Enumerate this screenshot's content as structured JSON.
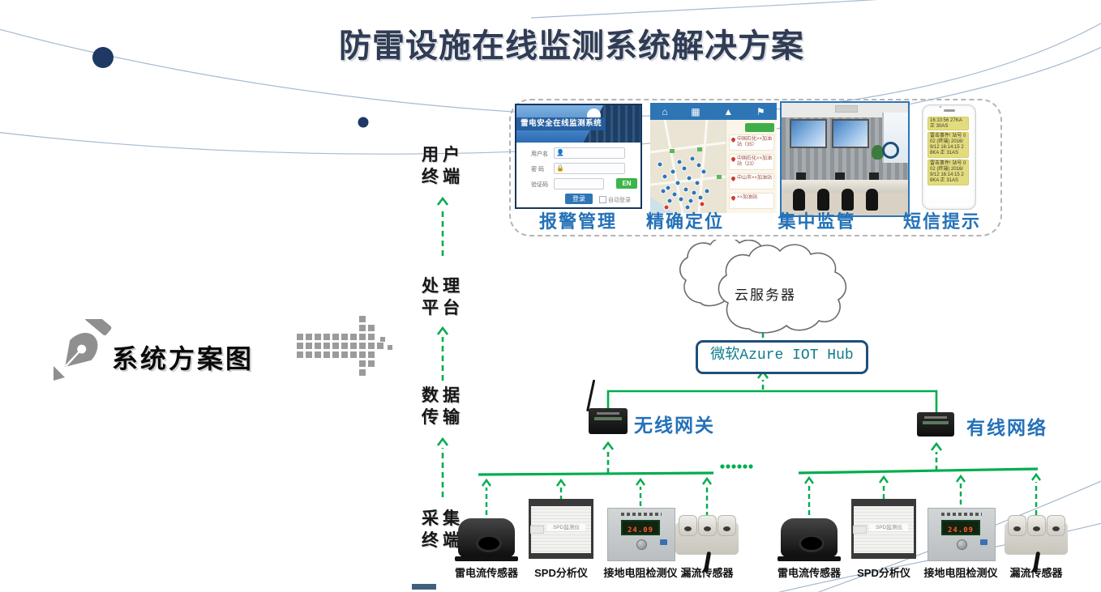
{
  "title": "防雷设施在线监测系统解决方案",
  "section": {
    "label": "系统方案图"
  },
  "stages": [
    {
      "line1": "用户",
      "line2": "终端"
    },
    {
      "line1": "处理",
      "line2": "平台"
    },
    {
      "line1": "数据",
      "line2": "传输"
    },
    {
      "line1": "采集",
      "line2": "终端"
    }
  ],
  "terminals": {
    "alarm": {
      "caption": "报警管理",
      "system_title": "雷电安全在线监测系统",
      "username_label": "用户名",
      "password_label": "密 码",
      "captcha_label": "验证码",
      "captcha_badge": "EN",
      "login_button": "登录",
      "auto_login_label": "自动登录"
    },
    "location": {
      "caption": "精确定位",
      "entries": [
        "中国石化××加油站（35）",
        "中国石化××加油站（23）",
        "中山市××加油站",
        "××加油站"
      ]
    },
    "monitor": {
      "caption": "集中监管"
    },
    "sms": {
      "caption": "短信提示",
      "messages": [
        "16:10:56 27KA 正 30AS",
        "雷击事件! 站号 002 (终端) 2016/9/12 16:14:15 28KA 正 31AS",
        "雷击事件! 站号 002 (终端) 2016/9/12 16:14:15 28KA 正 31AS"
      ]
    }
  },
  "cloud_label": "云服务器",
  "hub_label": "微软Azure IOT Hub",
  "gateways": {
    "wireless": "无线网关",
    "wired": "有线网络"
  },
  "devices": [
    "雷电流传感器",
    "SPD分析仪",
    "接地电阻检测仪",
    "漏流传感器"
  ],
  "device_details": {
    "spd_panel_text": "SPD监测仪",
    "ground_meter_reading": "24.09"
  },
  "colors": {
    "title_navy": "#303c54",
    "label_blue": "#2471b8",
    "link_green": "#00ad4e",
    "hub_teal": "#0f7b8c",
    "accent_dot_navy": "#1f3864"
  }
}
